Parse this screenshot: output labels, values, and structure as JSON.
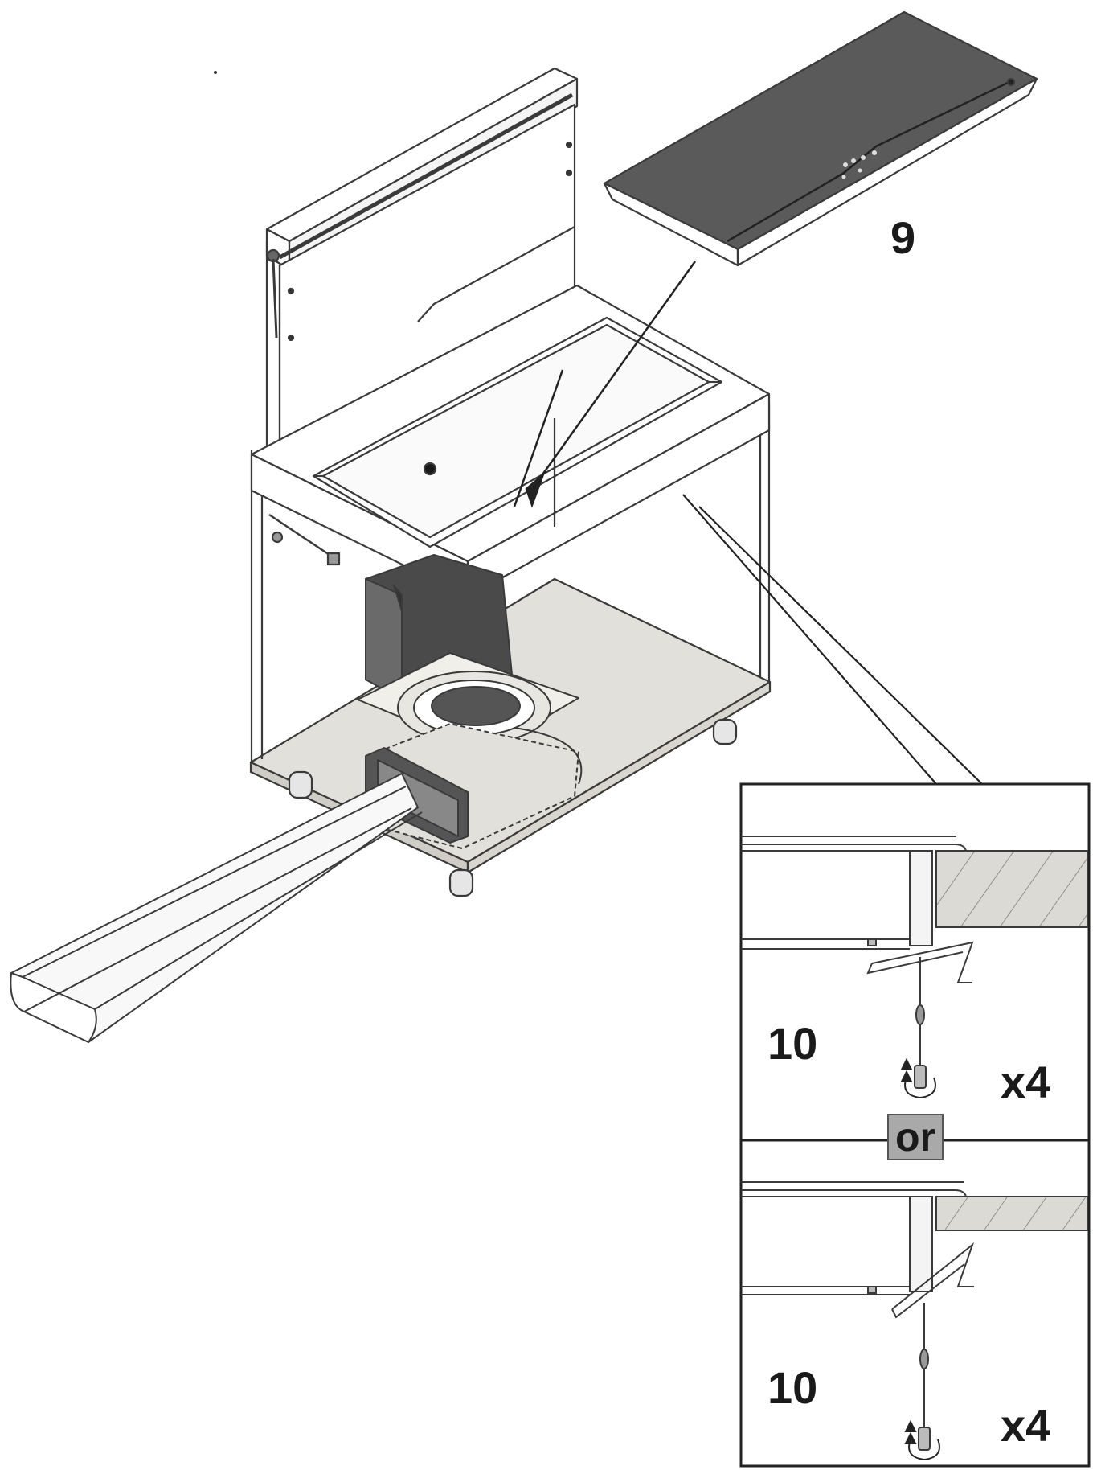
{
  "labels": {
    "step_hob": "9",
    "step_clamp_top": "10",
    "qty_top": "x4",
    "separator": "or",
    "step_clamp_bottom": "10",
    "qty_bottom": "x4"
  },
  "colors": {
    "line": "#3a3a3a",
    "hob_glass": "#5a5a5a",
    "floor_panel": "#e2e0da",
    "duct_dark": "#4a4a4a",
    "worktop_hatch": "#dcdad4",
    "or_badge": "#a9a9a9"
  },
  "icons": [
    "hob-glass-icon",
    "downdraft-hood-icon",
    "cabinet-icon",
    "flat-duct-icon",
    "fixing-clamp-icon",
    "rotation-arrow-icon"
  ]
}
